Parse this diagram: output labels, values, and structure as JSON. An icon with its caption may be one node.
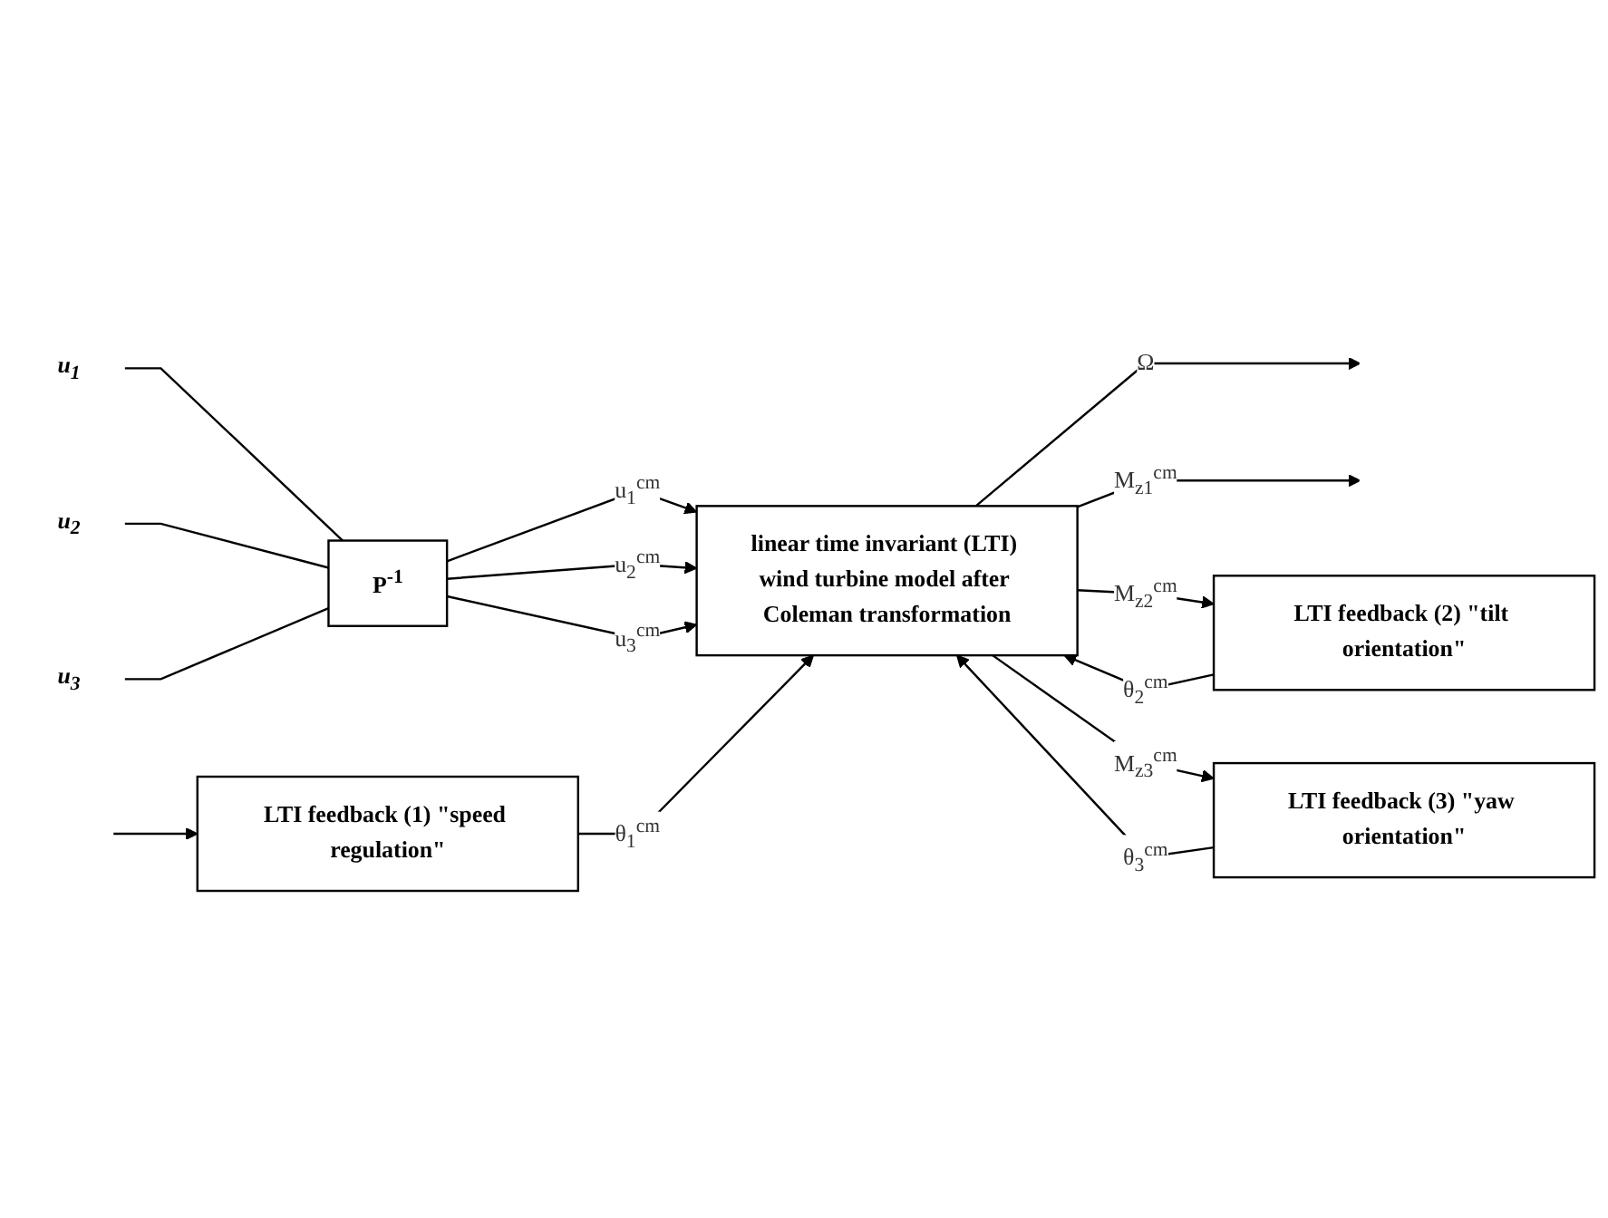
{
  "diagram": {
    "nodes": [
      {
        "text": [
          "u$_{1}$"
        ]
      },
      {
        "text": [
          "u$_{2}$"
        ]
      },
      {
        "text": [
          "u$_{3}$"
        ]
      },
      {
        "text": [
          "P$^{-1}$"
        ]
      },
      {
        "text": [
          "linear time invariant (LTI) wind turbine model after Coleman transformation"
        ]
      },
      {
        "text": [
          "LTI feedback (3) \"yaw orientation\""
        ]
      },
      {
        "text": [
          "LTI feedback (2) \"tilt orientation\""
        ]
      },
      {
        "text": [
          "LTI feedback (1) \"speed regulation\""
        ]
      }
    ],
    "edges": [
      {
        "from": 0,
        "to": 3,
        "arrow": "none"
      },
      {
        "from": 1,
        "to": 3,
        "arrow": "none"
      },
      {
        "from": 2,
        "to": 3,
        "arrow": "none"
      },
      {
        "from": 3,
        "to": 4,
        "arrow": "to",
        "label": "u$_{1}$$^{cm}$"
      },
      {
        "from": 3,
        "to": 4,
        "arrow": "to",
        "label": "u$_{2}$$^{cm}$"
      },
      {
        "from": 3,
        "to": 4,
        "arrow": "to",
        "label": "u$_{3}$$^{cm}$"
      },
      {
        "from": 4,
        "to": null,
        "arrow": "to",
        "label": "Ω"
      },
      {
        "from": 4,
        "to": null,
        "arrow": "to",
        "label": "M$_{z1}$$^{cm}$"
      },
      {
        "from": 4,
        "to": 6,
        "arrow": "to",
        "label": "M$_{z2}$$^{cm}$"
      },
      {
        "from": 4,
        "to": 5,
        "arrow": "to",
        "label": "M$_{z3}$$^{cm}$"
      },
      {
        "from": 7,
        "to": 4,
        "arrow": "to",
        "label": "θ$_{1}$$^{cm}$"
      },
      {
        "from": 6,
        "to": 4,
        "arrow": "to",
        "label": "θ$_{2}$$^{cm}$"
      },
      {
        "from": 5,
        "to": 4,
        "arrow": "to",
        "label": "θ$_{3}$$^{cm}$"
      },
      {
        "from": null,
        "to": 7,
        "arrow": "to"
      }
    ]
  }
}
